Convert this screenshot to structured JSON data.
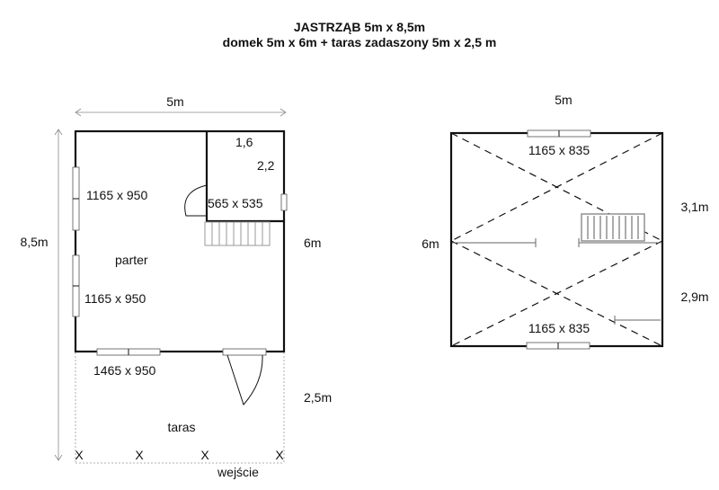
{
  "title": {
    "line1": "JASTRZĄB  5m x 8,5m",
    "line2": "domek 5m x 6m + taras zadaszony 5m x 2,5 m"
  },
  "ground_plan": {
    "width_label": "5m",
    "total_height_label": "8,5m",
    "house_height_label": "6m",
    "terrace_height_label": "2,5m",
    "room_dim_a": "1,6",
    "room_dim_b": "2,2",
    "small_window": "565 x 535",
    "window_left_top": "1165 x 950",
    "window_left_bottom": "1165 x 950",
    "window_front": "1465 x 950",
    "room_label": "parter",
    "terrace_label": "taras",
    "entrance_label": "wejście",
    "post_marker": "X"
  },
  "roof_plan": {
    "width_label": "5m",
    "depth_label": "6m",
    "upper_label": "3,1m",
    "lower_label": "2,9m",
    "window_top": "1165 x 835",
    "window_bottom": "1165 x 835"
  }
}
